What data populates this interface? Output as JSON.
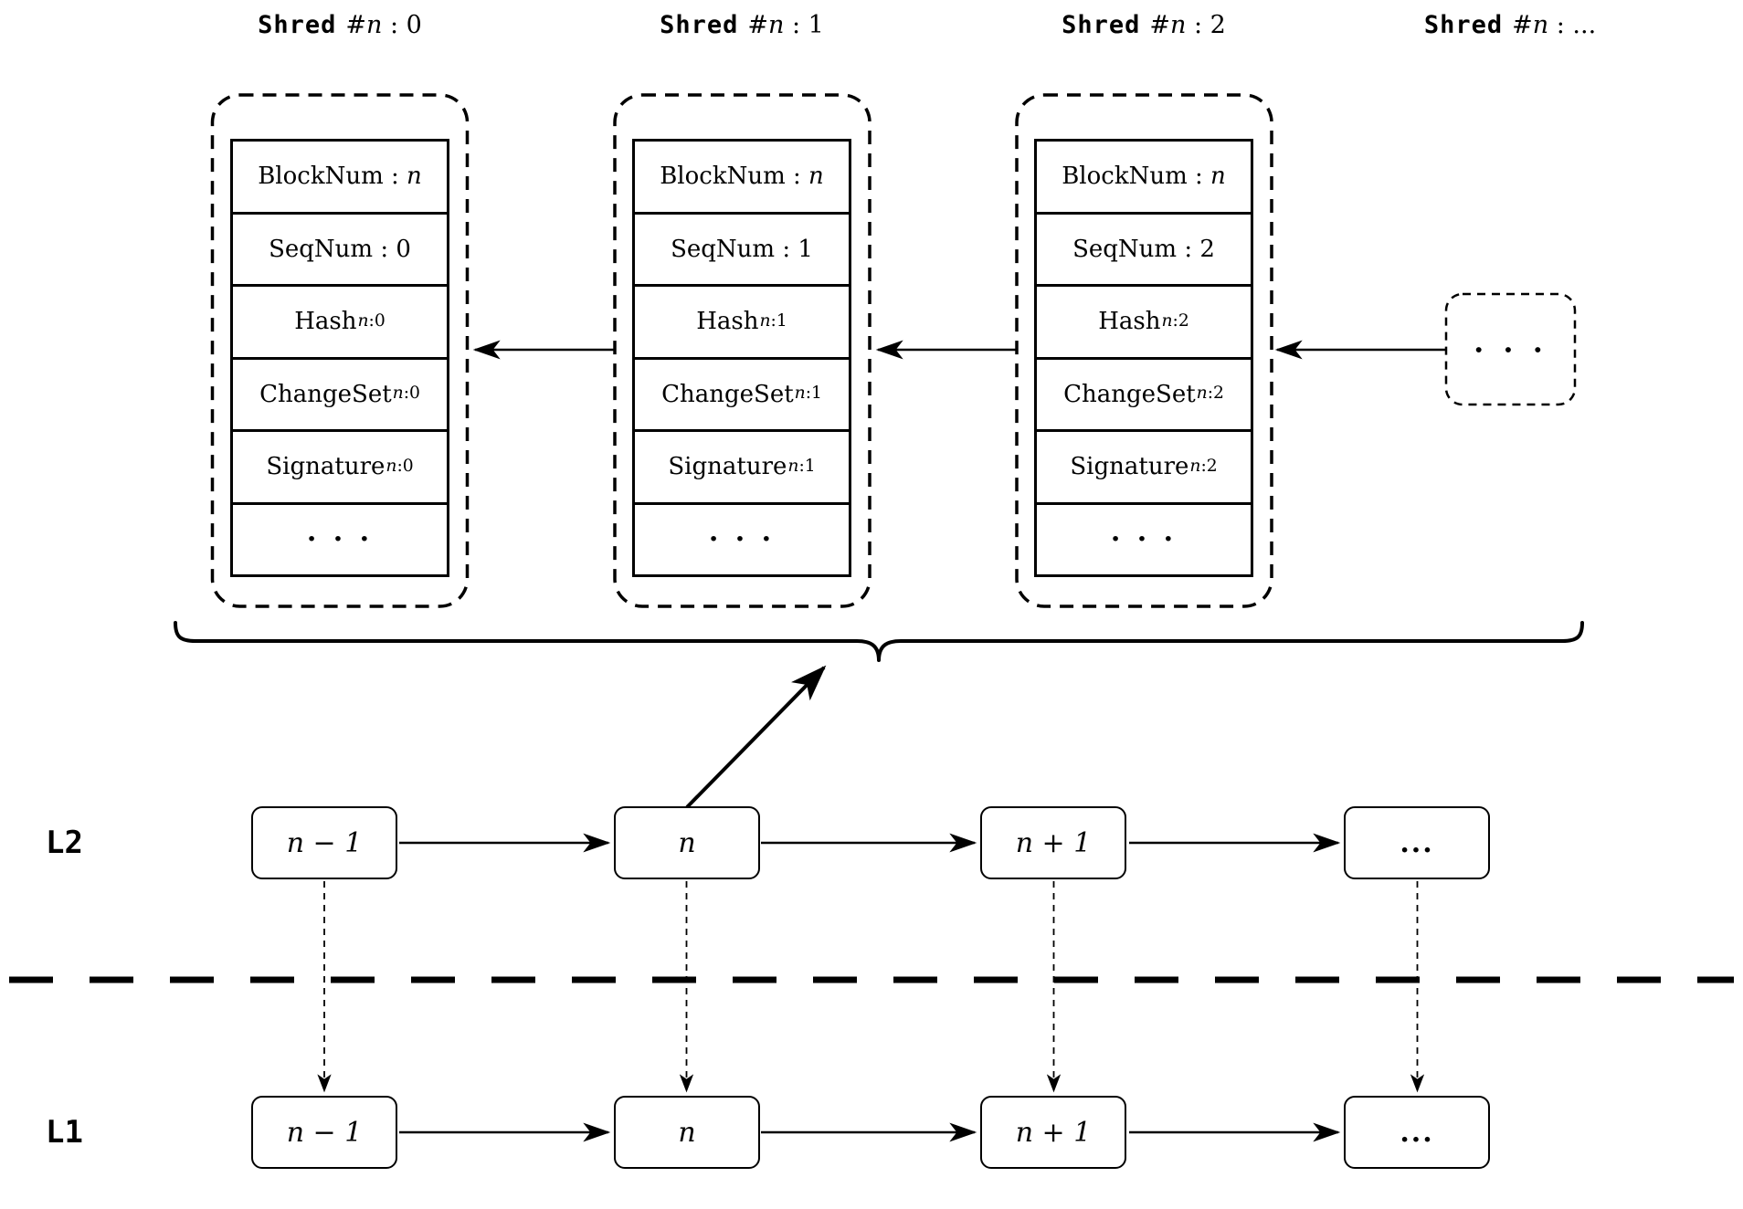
{
  "colors": {
    "ink": "#000000",
    "background": "#ffffff"
  },
  "shred_headers": [
    {
      "keyword": "Shred",
      "hash": "#",
      "var": "n",
      "rest": " : 0"
    },
    {
      "keyword": "Shred",
      "hash": "#",
      "var": "n",
      "rest": " : 1"
    },
    {
      "keyword": "Shred",
      "hash": "#",
      "var": "n",
      "rest": " : 2"
    },
    {
      "keyword": "Shred",
      "hash": "#",
      "var": "n",
      "rest": " : ..."
    }
  ],
  "shreds": [
    {
      "rows": [
        {
          "label": "BlockNum : ",
          "value_italic": "n"
        },
        {
          "label": "SeqNum : ",
          "value_plain": "0"
        },
        {
          "label": "Hash",
          "sub_italic": "n",
          "sub_plain": ":0"
        },
        {
          "label": "ChangeSet",
          "sub_italic": "n",
          "sub_plain": ":0"
        },
        {
          "label": "Signature",
          "sub_italic": "n",
          "sub_plain": ":0"
        },
        {
          "dots": "· · ·"
        }
      ]
    },
    {
      "rows": [
        {
          "label": "BlockNum : ",
          "value_italic": "n"
        },
        {
          "label": "SeqNum : ",
          "value_plain": "1"
        },
        {
          "label": "Hash",
          "sub_italic": "n",
          "sub_plain": ":1"
        },
        {
          "label": "ChangeSet",
          "sub_italic": "n",
          "sub_plain": ":1"
        },
        {
          "label": "Signature",
          "sub_italic": "n",
          "sub_plain": ":1"
        },
        {
          "dots": "· · ·"
        }
      ]
    },
    {
      "rows": [
        {
          "label": "BlockNum : ",
          "value_italic": "n"
        },
        {
          "label": "SeqNum : ",
          "value_plain": "2"
        },
        {
          "label": "Hash",
          "sub_italic": "n",
          "sub_plain": ":2"
        },
        {
          "label": "ChangeSet",
          "sub_italic": "n",
          "sub_plain": ":2"
        },
        {
          "label": "Signature",
          "sub_italic": "n",
          "sub_plain": ":2"
        },
        {
          "dots": "· · ·"
        }
      ]
    }
  ],
  "ellipsis_box": {
    "dots": "· · ·"
  },
  "l2": {
    "label": "L2",
    "blocks": [
      "n − 1",
      "n",
      "n + 1",
      "..."
    ]
  },
  "l1": {
    "label": "L1",
    "blocks": [
      "n − 1",
      "n",
      "n + 1",
      "..."
    ]
  }
}
